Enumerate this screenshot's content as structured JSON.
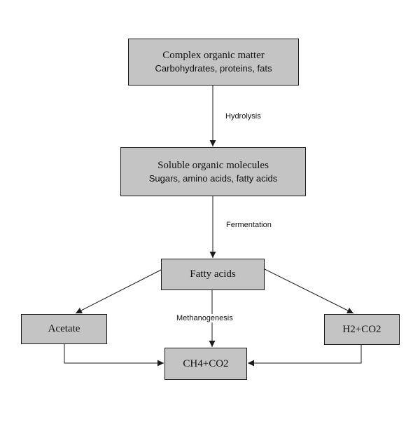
{
  "diagram": {
    "colors": {
      "box_fill": "#c4c4c4",
      "stroke": "#1a1a1a"
    },
    "nodes": {
      "complex": {
        "title": "Complex organic matter",
        "subtitle": "Carbohydrates, proteins, fats"
      },
      "soluble": {
        "title": "Soluble organic molecules",
        "subtitle": "Sugars, amino acids, fatty acids"
      },
      "fatty": {
        "title": "Fatty acids"
      },
      "acetate": {
        "title": "Acetate"
      },
      "h2co2": {
        "title": "H2+CO2"
      },
      "ch4co2": {
        "title": "CH4+CO2"
      }
    },
    "edges": {
      "hydrolysis": "Hydrolysis",
      "fermentation": "Fermentation",
      "methanogenesis": "Methanogenesis"
    }
  }
}
